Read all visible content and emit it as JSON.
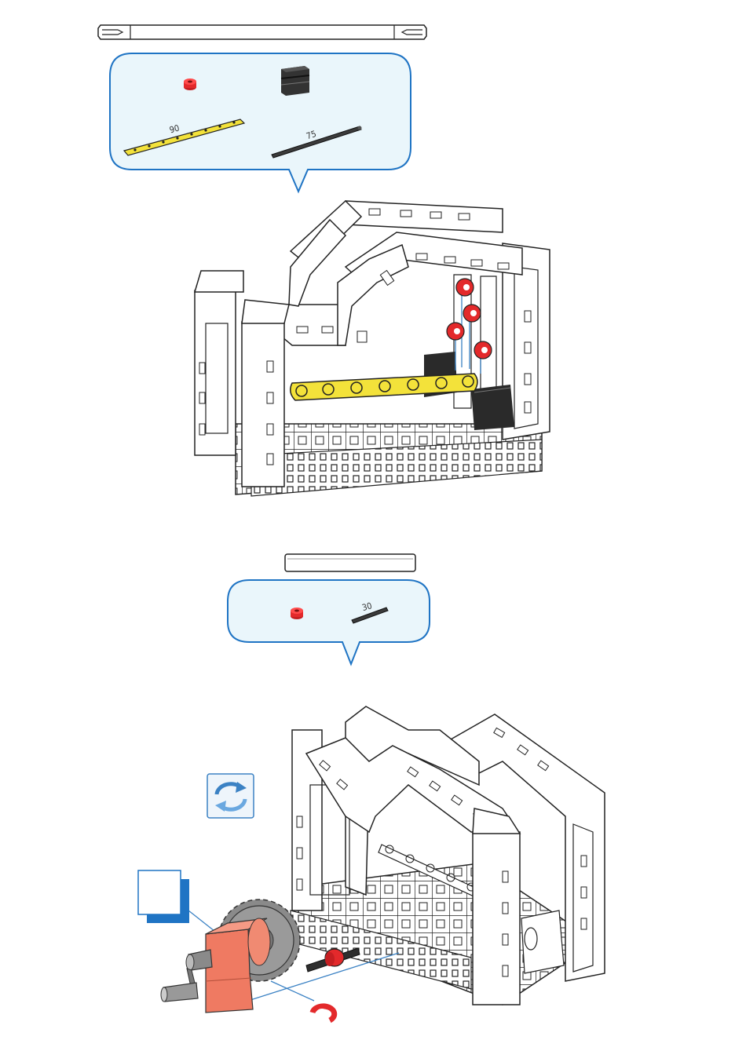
{
  "step1": {
    "parts": {
      "strip_length": "90",
      "axle_length": "75"
    }
  },
  "step2": {
    "parts": {
      "axle_length": "30"
    }
  },
  "colors": {
    "callout_border": "#1f74c4",
    "callout_fill": "#eaf6fb",
    "strip_yellow": "#f3e23a",
    "red_part": "#e3292b",
    "gear_grey": "#8a8a8a",
    "crank_orange": "#ef7a62",
    "rotate_blue": "#3b82c4"
  },
  "icons": {
    "rotate": "rotate-arrows-icon"
  }
}
